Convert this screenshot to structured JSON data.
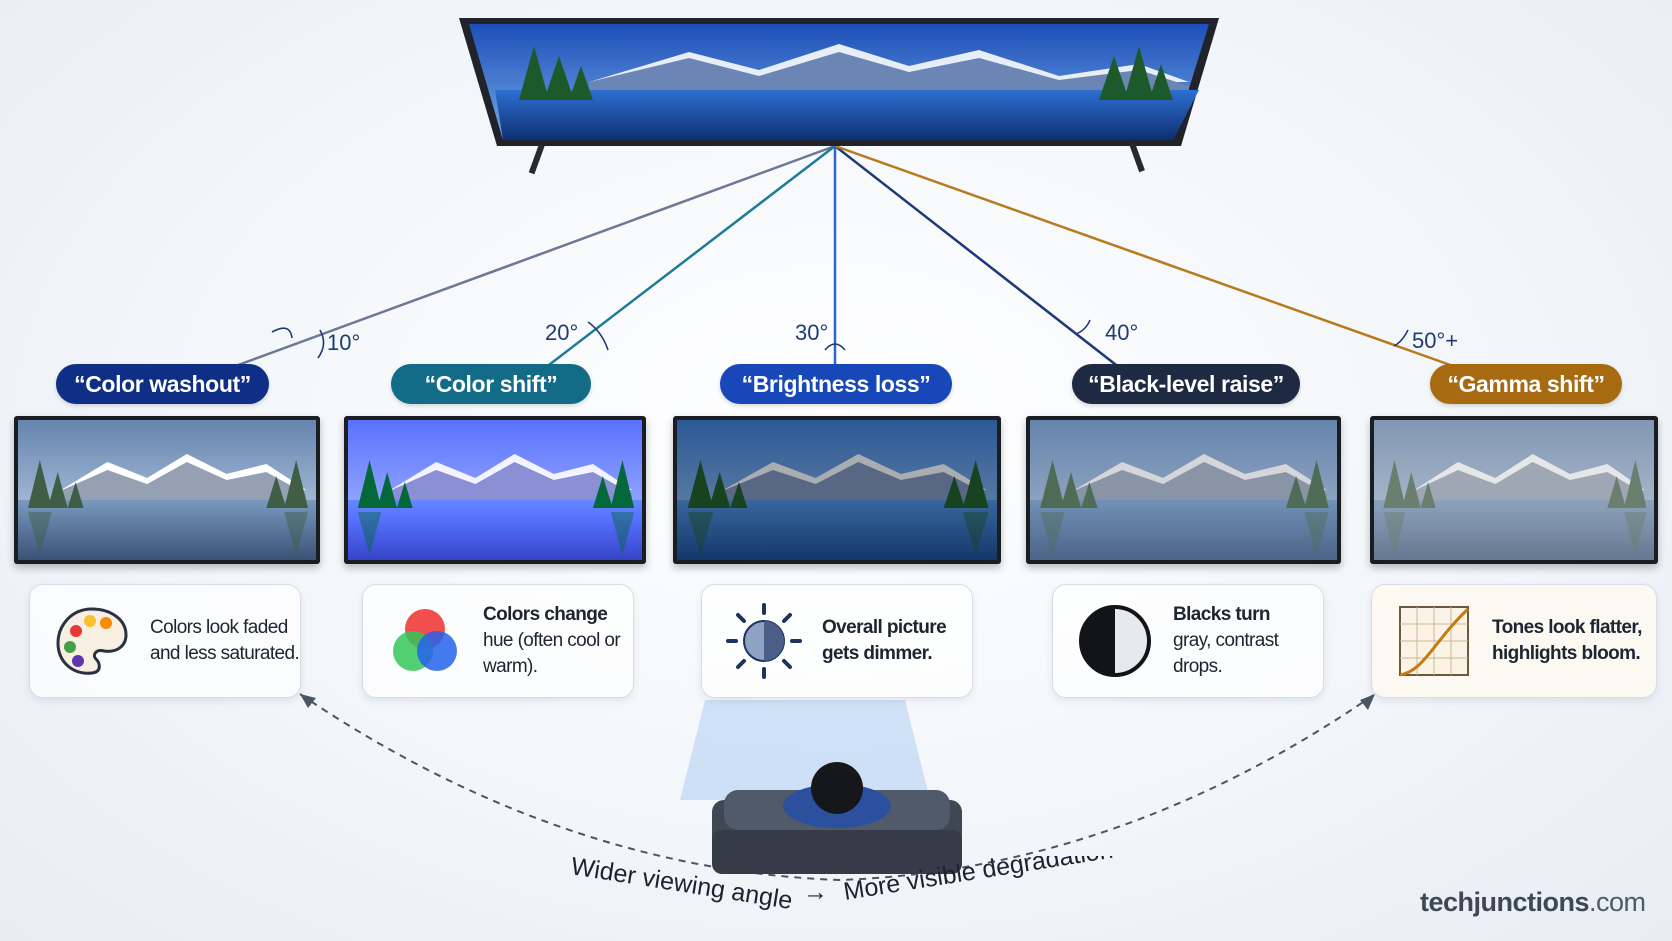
{
  "viewer": {
    "angles": [
      {
        "angle": "10°",
        "label": "“Color washout”",
        "color": "#0f2f86",
        "description_bold": "",
        "description": "Colors look faded and less saturated.",
        "icon": "palette-icon"
      },
      {
        "angle": "20°",
        "label": "“Color shift”",
        "color": "#126b87",
        "description_bold": "Colors change",
        "description": "hue (often cool or warm).",
        "icon": "rgb-circles-icon"
      },
      {
        "angle": "30°",
        "label": "“Brightness loss”",
        "color": "#1747b8",
        "description_bold": "Overall picture gets dimmer.",
        "description": "",
        "icon": "dim-sun-icon"
      },
      {
        "angle": "40°",
        "label": "“Black-level raise”",
        "color": "#1e2a42",
        "description_bold": "Blacks turn",
        "description": "gray, contrast drops.",
        "icon": "half-circle-icon"
      },
      {
        "angle": "50°+",
        "label": "“Gamma shift”",
        "color": "#a86a10",
        "description_bold": "Tones look flatter, highlights bloom.",
        "description": "",
        "icon": "gamma-curve-icon"
      }
    ]
  },
  "caption": {
    "left": "Wider viewing angle",
    "arrow": "→",
    "right": "More visible degradation"
  },
  "brand": {
    "name": "techjunctions",
    "suffix": ".com"
  }
}
